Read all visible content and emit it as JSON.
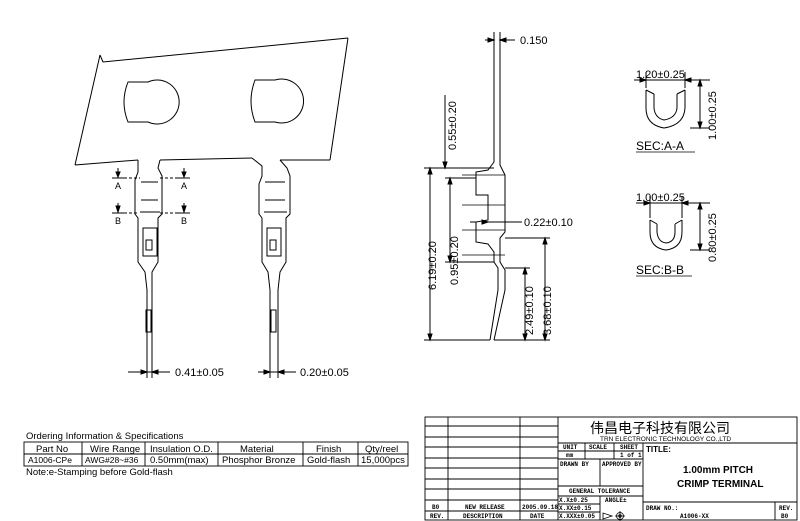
{
  "dimensions": {
    "thickness": "0.150",
    "d055": "0.55±0.20",
    "d619": "6.19±0.20",
    "d095": "0.95±0.20",
    "d022": "0.22±0.10",
    "d249": "2.49±0.10",
    "d368": "3.68±0.10",
    "d041": "0.41±0.05",
    "d020": "0.20±0.05",
    "secA_width": "1.20±0.25",
    "secA_height": "1.00±0.25",
    "secB_width": "1.00±0.25",
    "secB_height": "0.80±0.25"
  },
  "sections": {
    "a_label": "SEC:A-A",
    "b_label": "SEC:B-B",
    "marker_a": "A",
    "marker_b": "B"
  },
  "ordering": {
    "title": "Ordering Information & Specifications",
    "headers": [
      "Part No",
      "Wire Range",
      "Insulation O.D.",
      "Material",
      "Finish",
      "Qty/reel"
    ],
    "row": [
      "A1006-CPe",
      "AWG#28~#36",
      "0.50mm(max)",
      "Phosphor Bronze",
      "Gold-flash",
      "15,000pcs"
    ],
    "note": "Note:e-Stamping before Gold-flash"
  },
  "title_block": {
    "company_cn": "伟昌电子科技有限公司",
    "company_en": "TRN ELECTRONIC TECHNOLOGY CO.,LTD",
    "unit": "UNIT",
    "scale": "SCALE",
    "sheet": "SHEET",
    "unit_val": "mm",
    "sheet_val": "1 of 1",
    "title_label": "TITLE:",
    "title_line1": "1.00mm PITCH",
    "title_line2": "CRIMP TERMINAL",
    "drawn_by": "DRAWN BY",
    "approved_by": "APPROVED BY",
    "general_tolerance": "GENERAL TOLERANCE",
    "tol1": "X.X±0.25",
    "tol2": "X.XX±0.15",
    "tol3": "X.XXX±0.05",
    "angle": "ANGLE±",
    "rev_code": "B0",
    "new_release": "NEW RELEASE",
    "release_date": "2005.09.18",
    "rev": "REV.",
    "description": "DESCRIPTION",
    "date": "DATE",
    "draw_no_label": "DRAW NO.:",
    "draw_no": "A1006-XX",
    "rev_label": "REV.",
    "rev_value": "B0"
  }
}
